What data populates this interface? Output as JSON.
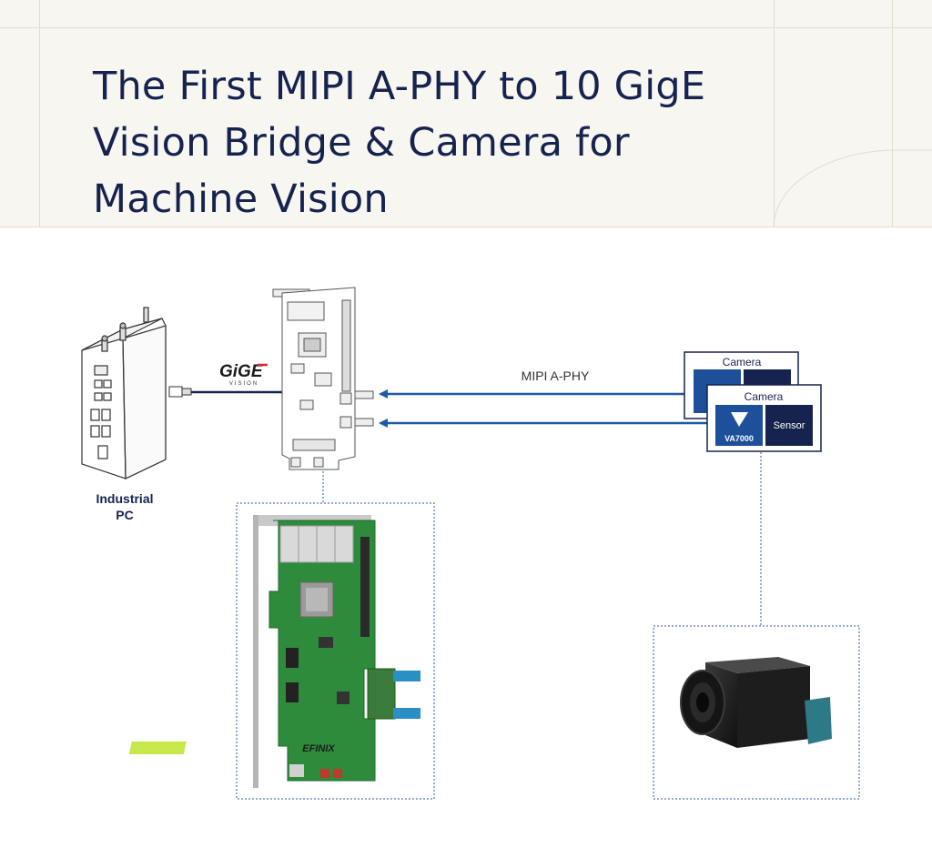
{
  "title": {
    "lines": [
      "The First MIPI A-PHY to 10 GigE",
      "Vision Bridge & Camera for",
      "Machine Vision"
    ]
  },
  "industrial_pc": {
    "label_line1": "Industrial",
    "label_line2": "PC"
  },
  "gige_logo": {
    "wordmark": "GiGE",
    "subtitle": "VISION"
  },
  "link": {
    "label": "MIPI A-PHY"
  },
  "camera_modules": [
    {
      "header": "Camera"
    },
    {
      "header": "Camera",
      "serializer_label": "VA7000",
      "sensor_label": "Sensor"
    }
  ],
  "fpga_board": {
    "brand": "EFINIX"
  },
  "colors": {
    "navy": "#16234f",
    "arrow_blue": "#1d5aa6",
    "chip_blue": "#1d4f9a",
    "pcb_green": "#2e8b3c",
    "sfp_teal": "#2a8fc4"
  }
}
